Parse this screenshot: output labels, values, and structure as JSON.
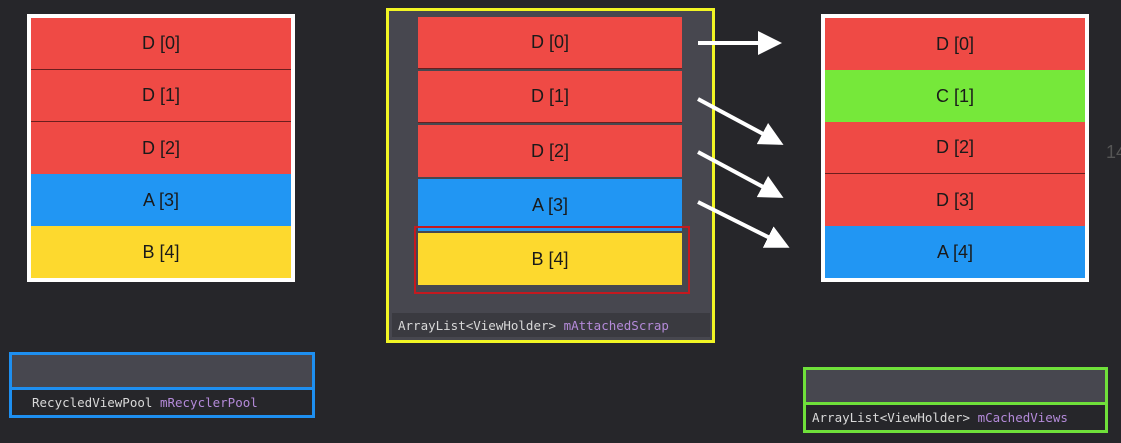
{
  "colors": {
    "red": "#ef4a45",
    "green": "#76e83a",
    "blue": "#2196f3",
    "yellow": "#fdd92e",
    "attached_border": "#f1f524",
    "pool_border": "#1e8ff0",
    "cached_border": "#6fe03a",
    "var_text": "#b48ad9"
  },
  "left_list": [
    {
      "label": "D [0]",
      "color": "red"
    },
    {
      "label": "D [1]",
      "color": "red"
    },
    {
      "label": "D [2]",
      "color": "red"
    },
    {
      "label": "A [3]",
      "color": "blue"
    },
    {
      "label": "B [4]",
      "color": "yellow"
    }
  ],
  "attached_scrap": {
    "items": [
      {
        "label": "D [0]",
        "color": "red"
      },
      {
        "label": "D [1]",
        "color": "red"
      },
      {
        "label": "D [2]",
        "color": "red"
      },
      {
        "label": "A [3]",
        "color": "blue"
      },
      {
        "label": "B [4]",
        "color": "yellow"
      }
    ],
    "type_label": "ArrayList<ViewHolder>",
    "var_label": "mAttachedScrap"
  },
  "right_list": [
    {
      "label": "D [0]",
      "color": "red"
    },
    {
      "label": "C [1]",
      "color": "green"
    },
    {
      "label": "D [2]",
      "color": "red"
    },
    {
      "label": "D [3]",
      "color": "red"
    },
    {
      "label": "A [4]",
      "color": "blue"
    }
  ],
  "recycler_pool": {
    "type_label": "RecycledViewPool",
    "var_label": "mRecyclerPool"
  },
  "cached_views": {
    "type_label": "ArrayList<ViewHolder>",
    "var_label": "mCachedViews"
  },
  "edge_text": "14"
}
